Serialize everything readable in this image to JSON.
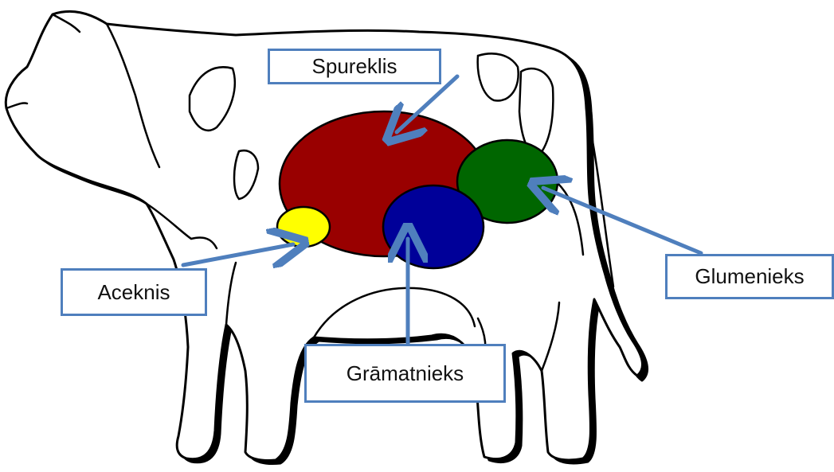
{
  "organs": {
    "spureklis": {
      "label": "Spureklis",
      "color": "#990000"
    },
    "glumenieks": {
      "label": "Glumenieks",
      "color": "#006600"
    },
    "gramatnieks": {
      "label": "Grāmatnieks",
      "color": "#000099"
    },
    "aceknis": {
      "label": "Aceknis",
      "color": "#ffff00"
    }
  },
  "colors": {
    "outline": "#000000",
    "arrow": "#4f7fbd",
    "label_border": "#4f7fbd"
  }
}
